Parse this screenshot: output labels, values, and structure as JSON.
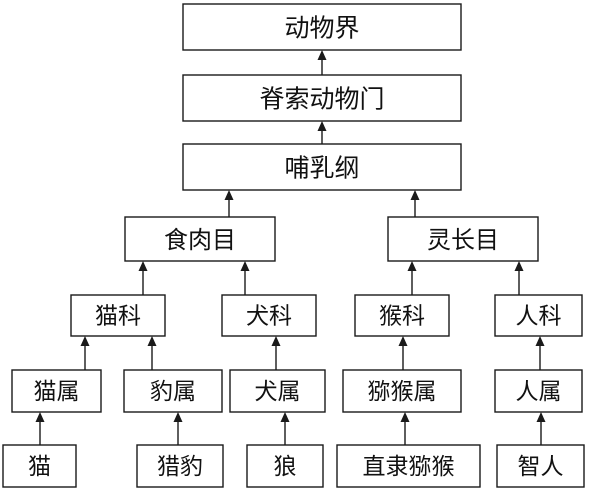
{
  "diagram": {
    "nodes": [
      {
        "id": "animalia",
        "label": "动物界"
      },
      {
        "id": "chordata",
        "label": "脊索动物门"
      },
      {
        "id": "mammalia",
        "label": "哺乳纲"
      },
      {
        "id": "carnivora",
        "label": "食肉目"
      },
      {
        "id": "primates",
        "label": "灵长目"
      },
      {
        "id": "felidae",
        "label": "猫科"
      },
      {
        "id": "canidae",
        "label": "犬科"
      },
      {
        "id": "cercopithecidae",
        "label": "猴科"
      },
      {
        "id": "hominidae",
        "label": "人科"
      },
      {
        "id": "felis",
        "label": "猫属"
      },
      {
        "id": "acinonyx",
        "label": "豹属"
      },
      {
        "id": "canis",
        "label": "犬属"
      },
      {
        "id": "macaca",
        "label": "猕猴属"
      },
      {
        "id": "homo",
        "label": "人属"
      },
      {
        "id": "cat",
        "label": "猫"
      },
      {
        "id": "cheetah",
        "label": "猎豹"
      },
      {
        "id": "wolf",
        "label": "狼"
      },
      {
        "id": "rhesus",
        "label": "直隶猕猴"
      },
      {
        "id": "human",
        "label": "智人"
      }
    ],
    "edges": [
      {
        "from": "chordata",
        "to": "animalia"
      },
      {
        "from": "mammalia",
        "to": "chordata"
      },
      {
        "from": "carnivora",
        "to": "mammalia"
      },
      {
        "from": "primates",
        "to": "mammalia"
      },
      {
        "from": "felidae",
        "to": "carnivora"
      },
      {
        "from": "canidae",
        "to": "carnivora"
      },
      {
        "from": "cercopithecidae",
        "to": "primates"
      },
      {
        "from": "hominidae",
        "to": "primates"
      },
      {
        "from": "felis",
        "to": "felidae"
      },
      {
        "from": "acinonyx",
        "to": "felidae"
      },
      {
        "from": "canis",
        "to": "canidae"
      },
      {
        "from": "macaca",
        "to": "cercopithecidae"
      },
      {
        "from": "homo",
        "to": "hominidae"
      },
      {
        "from": "cat",
        "to": "felis"
      },
      {
        "from": "cheetah",
        "to": "acinonyx"
      },
      {
        "from": "wolf",
        "to": "canis"
      },
      {
        "from": "rhesus",
        "to": "macaca"
      },
      {
        "from": "human",
        "to": "homo"
      }
    ]
  }
}
